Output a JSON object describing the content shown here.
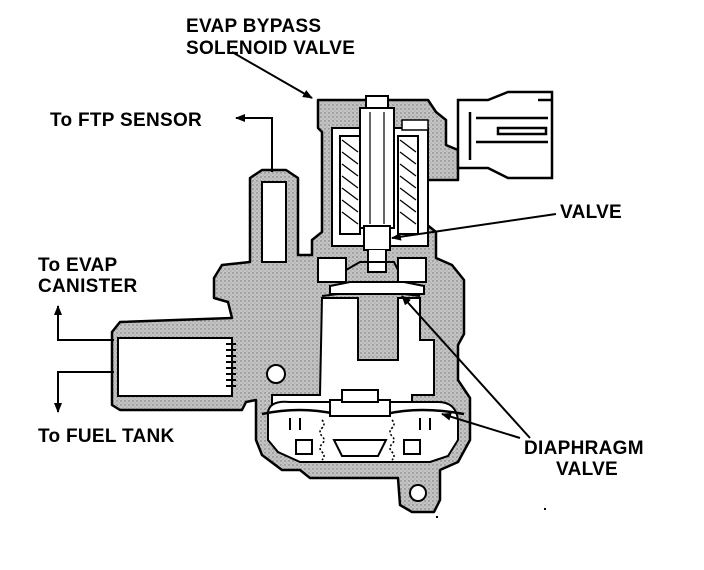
{
  "labels": {
    "bypass_solenoid_line1": "EVAP BYPASS",
    "bypass_solenoid_line2": "SOLENOID  VALVE",
    "ftp_sensor": "To FTP SENSOR",
    "evap_canister_line1": "To EVAP",
    "evap_canister_line2": "CANISTER",
    "valve": "VALVE",
    "fuel_tank": "To FUEL TANK",
    "diaphragm_line1": "DIAPHRAGM",
    "diaphragm_line2": "VALVE"
  },
  "colors": {
    "ink": "#000000",
    "paper": "#ffffff",
    "body_fill": "#bdbdbd"
  }
}
